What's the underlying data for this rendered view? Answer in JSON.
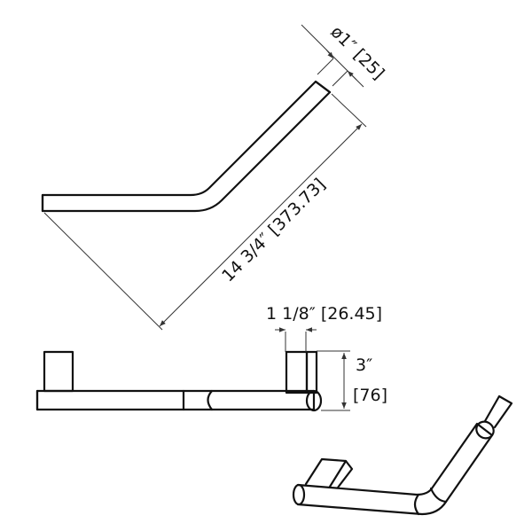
{
  "drawing": {
    "diameter_label": "ø1″ [25]",
    "length_label": "14 3/4″ [373.73]",
    "depth_label": "1 1/8″ [26.45]",
    "height_label_imperial": "3″",
    "height_label_metric": "[76]"
  },
  "colors": {
    "line": "#111111",
    "background": "#ffffff"
  }
}
